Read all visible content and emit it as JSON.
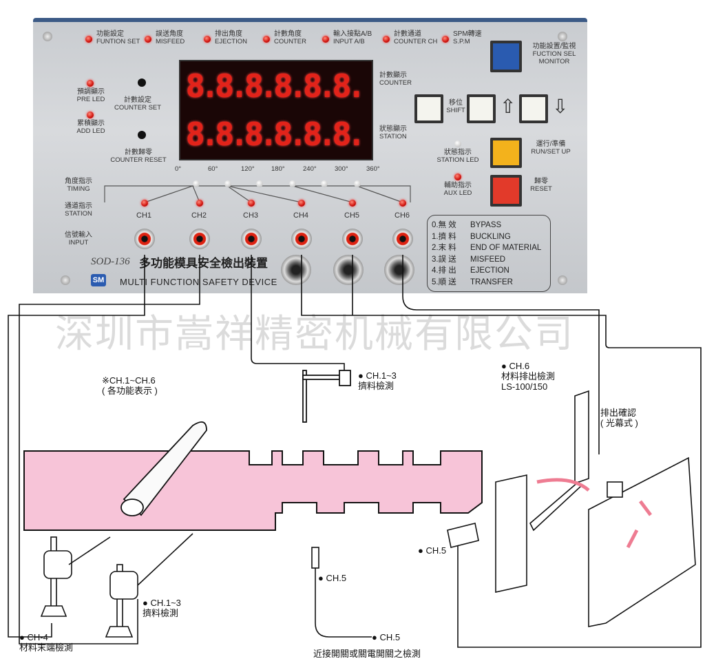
{
  "panel": {
    "top_indicators": [
      {
        "zh": "功能設定",
        "en": "FUNTION SET"
      },
      {
        "zh": "誤送角度",
        "en": "MISFEED"
      },
      {
        "zh": "排出角度",
        "en": "EJECTION"
      },
      {
        "zh": "計數角度",
        "en": "COUNTER"
      },
      {
        "zh": "輸入接點A/B",
        "en": "INPUT A/B"
      },
      {
        "zh": "計數通道",
        "en": "COUNTER CH"
      },
      {
        "zh": "SPM轉速",
        "en": "S.P.M"
      }
    ],
    "pre_led": {
      "zh": "預調顯示",
      "en": "PRE LED"
    },
    "add_led": {
      "zh": "累積顯示",
      "en": "ADD LED"
    },
    "counter_set": {
      "zh": "計數設定",
      "en": "COUNTER SET"
    },
    "counter_reset": {
      "zh": "計數歸零",
      "en": "COUNTER RESET"
    },
    "display": {
      "counter_value": "8.8.8.8.8.8.",
      "station_value": "8.8.8.8.8.8.",
      "counter_label": {
        "zh": "計數顯示",
        "en": "COUNTER"
      },
      "station_label": {
        "zh": "狀態顯示",
        "en": "STATION"
      }
    },
    "angles": [
      "0°",
      "60°",
      "120°",
      "180°",
      "240°",
      "300°",
      "360°"
    ],
    "row_labels": {
      "timing": {
        "zh": "角度指示",
        "en": "TIMING"
      },
      "station": {
        "zh": "通道指示",
        "en": "STATION"
      },
      "input": {
        "zh": "信號輸入",
        "en": "INPUT"
      }
    },
    "channels": [
      "CH1",
      "CH2",
      "CH3",
      "CH4",
      "CH5",
      "CH6"
    ],
    "function_sel": {
      "zh": "功能設置/監視",
      "en": "FUCTION SEL",
      "en2": "MONITOR"
    },
    "shift": {
      "zh": "移位",
      "en": "SHIFT"
    },
    "up_arrow": "⇧",
    "down_arrow": "⇩",
    "station_led": {
      "zh": "狀態指示",
      "en": "STATION LED"
    },
    "run_setup": {
      "zh": "運行/準備",
      "en": "RUN/SET UP"
    },
    "aux_led": {
      "zh": "輔助指示",
      "en": "AUX LED"
    },
    "reset": {
      "zh": "歸零",
      "en": "RESET"
    },
    "model": "SOD-136",
    "title_zh": "多功能模具安全檢出裝置",
    "title_en": "MULTI FUNCTION SAFETY DEVICE",
    "logo": "SM",
    "modes": [
      {
        "code": "0.無 效",
        "en": "BYPASS"
      },
      {
        "code": "1.擠 料",
        "en": "BUCKLING"
      },
      {
        "code": "2.末 料",
        "en": "END OF MATERIAL"
      },
      {
        "code": "3.誤 送",
        "en": "MISFEED"
      },
      {
        "code": "4.排 出",
        "en": "EJECTION"
      },
      {
        "code": "5.順 送",
        "en": "TRANSFER"
      }
    ],
    "colors": {
      "blue": "#2a5bb0",
      "yellow": "#f3b21c",
      "red": "#e23a2a",
      "white": "#f4f4ee",
      "led": "#d0120c"
    }
  },
  "watermark": "深圳市嵩祥精密机械有限公司",
  "diagram": {
    "note1": "※CH.1~CH.6",
    "note2": "( 各功能表示 )",
    "ch13_top": {
      "ch": "● CH.1~3",
      "desc": "擠料檢測"
    },
    "ch6": {
      "ch": "● CH.6",
      "desc": "材料排出檢測",
      "model": "LS-100/150"
    },
    "eject": {
      "line1": "排出確認",
      "line2": "( 光幕式 )"
    },
    "ch5_left": "● CH.5",
    "ch5_mid": "● CH.5",
    "ch5_bottom": {
      "ch": "● CH.5",
      "desc": "近接開關或關電開關之檢測"
    },
    "ch13_bottom": {
      "ch": "● CH.1~3",
      "desc": "擠料檢測"
    },
    "ch4": {
      "ch": "● CH-4",
      "desc": "材料末端檢測"
    },
    "colors": {
      "strip": "#f7c4d8",
      "arrow": "#ee7c92"
    }
  }
}
